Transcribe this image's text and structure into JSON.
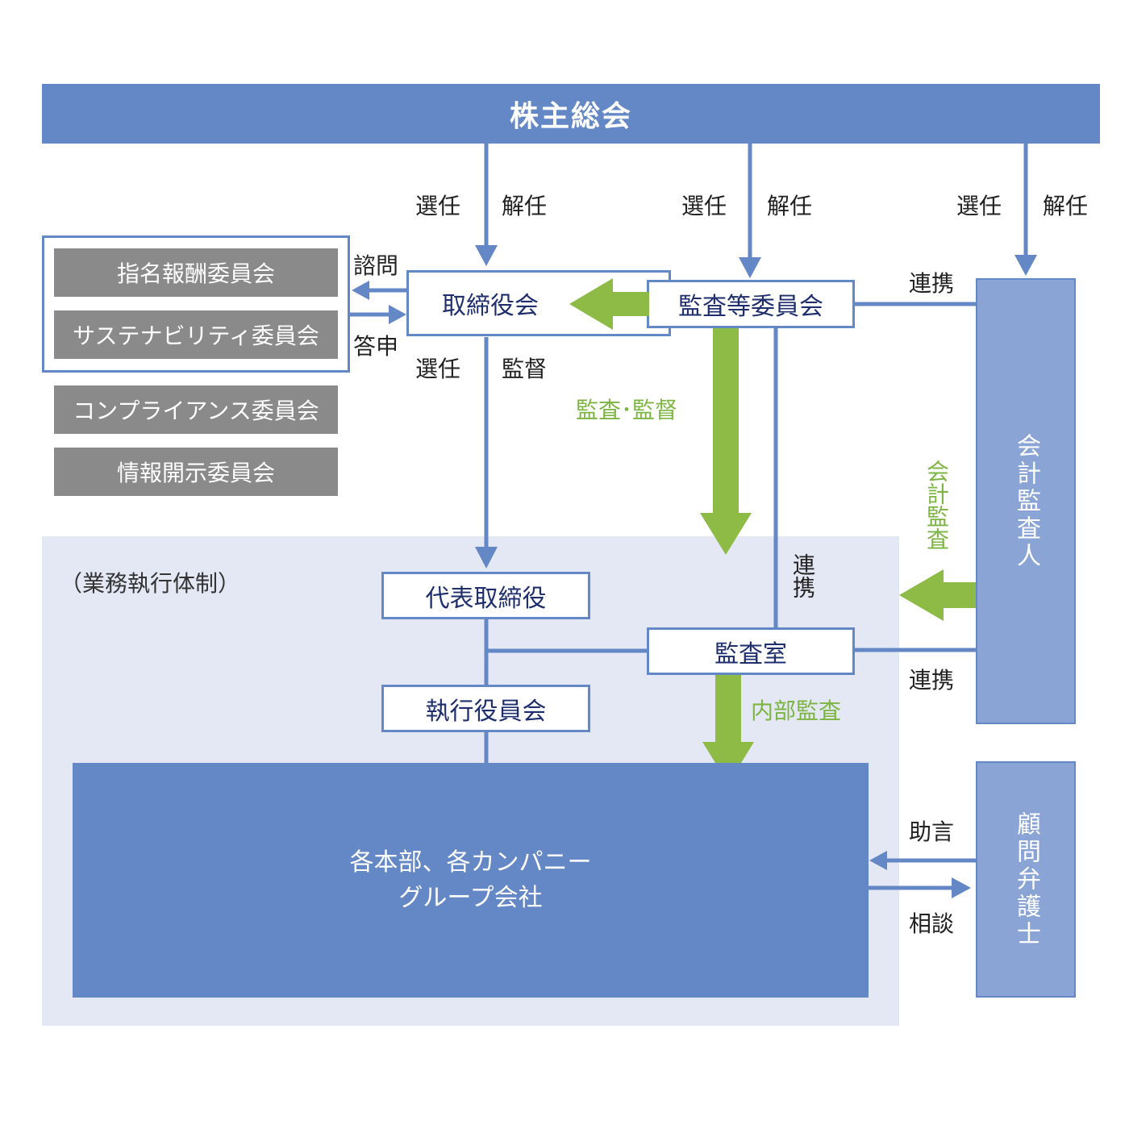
{
  "header": {
    "title": "株主総会"
  },
  "committees": {
    "advisory": [
      "指名報酬委員会",
      "サステナビリティ委員会"
    ],
    "other": [
      "コンプライアンス委員会",
      "情報開示委員会"
    ]
  },
  "board": "取締役会",
  "audit_committee": "監査等委員会",
  "execution": {
    "label": "（業務執行体制）",
    "representative": "代表取締役",
    "executive_officers": "執行役員会",
    "audit_office": "監査室",
    "units_line1": "各本部、各カンパニー",
    "units_line2": "グループ会社"
  },
  "accounting_auditor": "会計監査人",
  "legal_counsel": "顧問弁護士",
  "labels": {
    "appoint": "選任",
    "dismiss": "解任",
    "consult": "諮問",
    "report": "答申",
    "supervise": "監督",
    "audit_supervise": "監査･監督",
    "accounting_audit": "会計監査",
    "cooperation": "連携",
    "internal_audit": "内部監査",
    "advice": "助言",
    "consultation": "相談"
  },
  "colors": {
    "blue": "#6488c6",
    "green": "#8dbb46",
    "gray": "#8a8a8a",
    "light_blue": "#e3e8f4"
  }
}
